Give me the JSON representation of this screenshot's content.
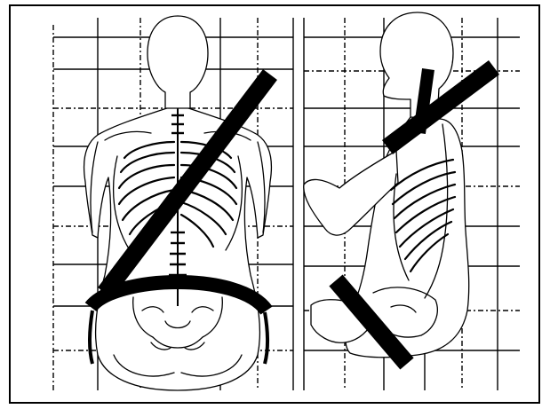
{
  "figure": {
    "views": [
      "rear",
      "side"
    ],
    "belt_type": "lap-and-shoulder",
    "colors": {
      "line": "#000000",
      "background": "#ffffff"
    }
  }
}
